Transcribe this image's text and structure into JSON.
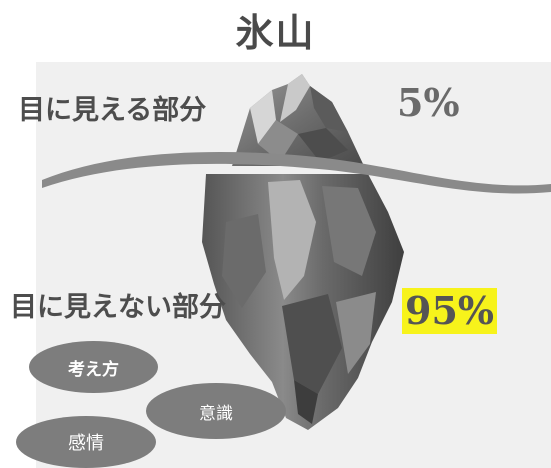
{
  "title": "氷山",
  "visible_part": {
    "label": "目に見える部分",
    "percent": "5%"
  },
  "hidden_part": {
    "label": "目に見えない部分",
    "percent": "95%"
  },
  "ellipses": [
    {
      "label": "考え方"
    },
    {
      "label": "意識"
    },
    {
      "label": "感情"
    }
  ],
  "colors": {
    "highlight": "#f7f31b",
    "ellipse_fill": "#7d7d7d",
    "ellipse_text": "#ffffff",
    "label_text": "#4d4d4d"
  },
  "image": {
    "subject": "iceberg-illustration"
  }
}
